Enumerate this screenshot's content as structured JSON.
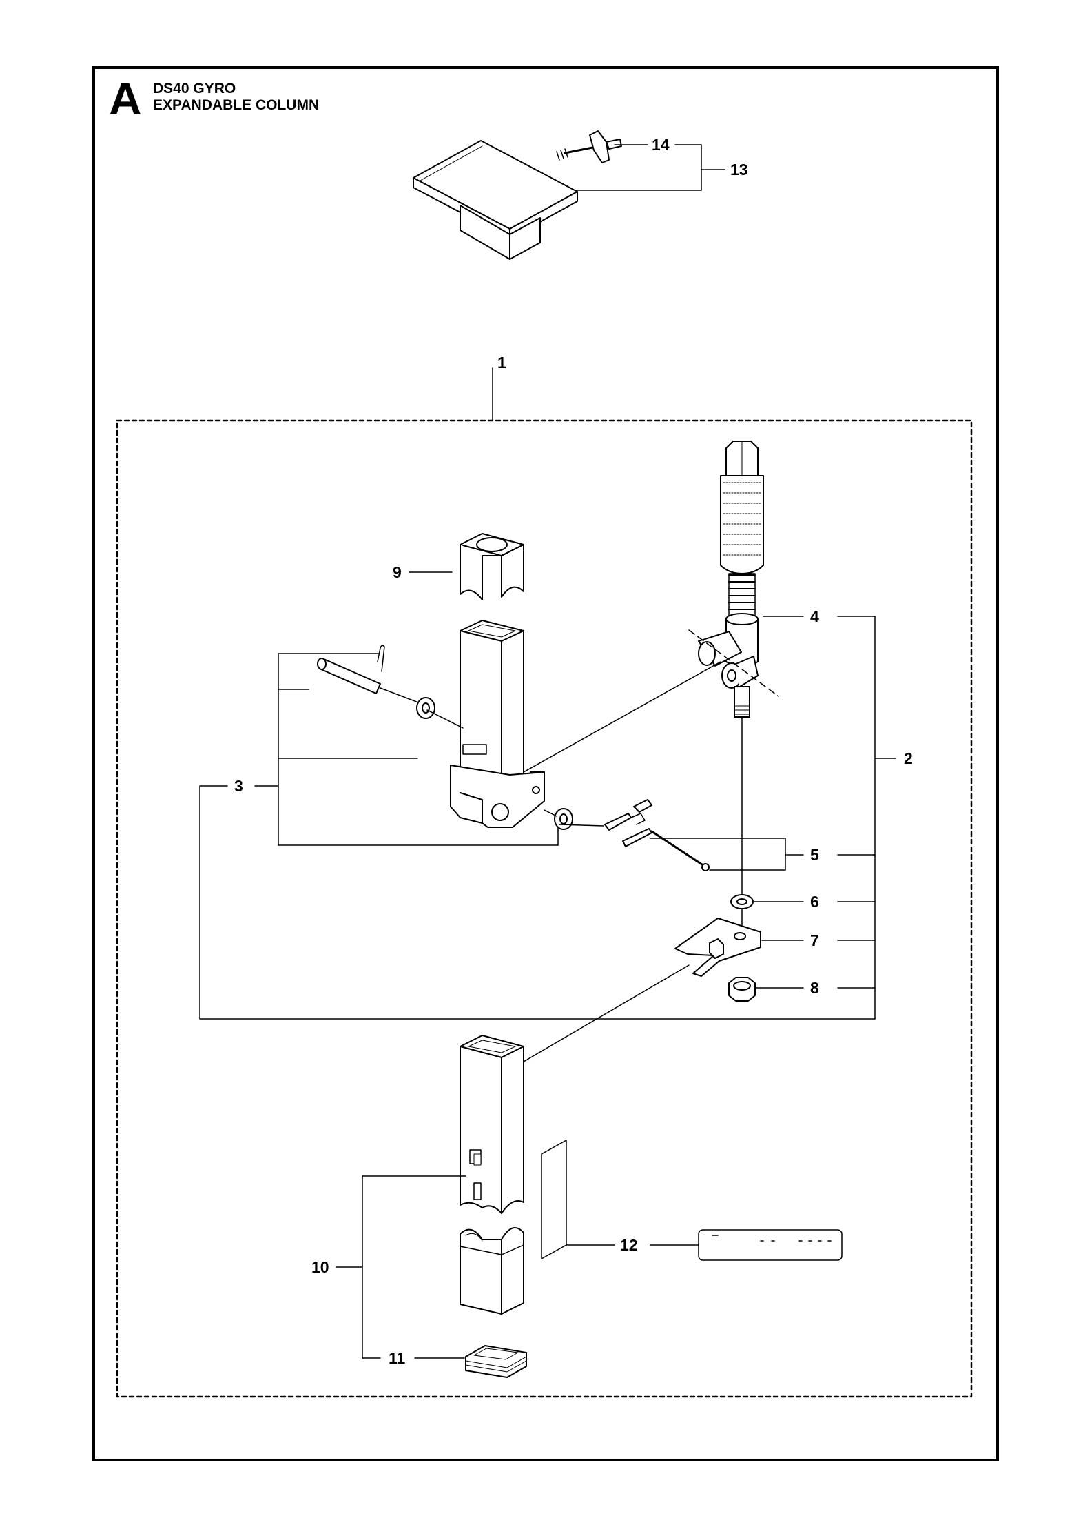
{
  "header": {
    "section_letter": "A",
    "title_line1": "DS40 GYRO",
    "title_line2": "EXPANDABLE COLUMN"
  },
  "callouts": {
    "c1": "1",
    "c2": "2",
    "c3": "3",
    "c4": "4",
    "c5": "5",
    "c6": "6",
    "c7": "7",
    "c8": "8",
    "c9": "9",
    "c10": "10",
    "c11": "11",
    "c12": "12",
    "c13": "13",
    "c14": "14"
  }
}
